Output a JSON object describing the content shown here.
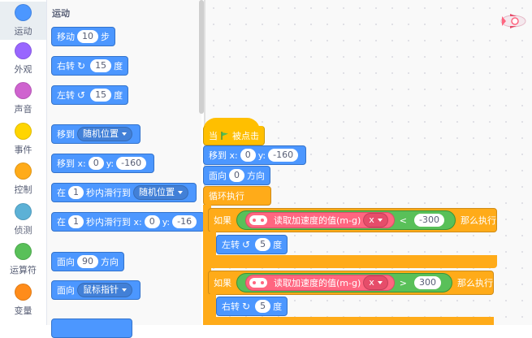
{
  "categories": [
    {
      "label": "运动",
      "color": "#4c97ff",
      "active": true
    },
    {
      "label": "外观",
      "color": "#9966ff"
    },
    {
      "label": "声音",
      "color": "#cf63cf"
    },
    {
      "label": "事件",
      "color": "#ffd500"
    },
    {
      "label": "控制",
      "color": "#ffab19"
    },
    {
      "label": "侦测",
      "color": "#5cb1d6"
    },
    {
      "label": "运算符",
      "color": "#59c059"
    },
    {
      "label": "变量",
      "color": "#ff8c1a"
    }
  ],
  "palette": {
    "section_title": "运动",
    "move": {
      "label": "移动",
      "value": "10",
      "unit": "步"
    },
    "turn_right": {
      "label": "右转",
      "value": "15",
      "unit": "度"
    },
    "turn_left": {
      "label": "左转",
      "value": "15",
      "unit": "度"
    },
    "goto": {
      "label": "移到",
      "option": "随机位置"
    },
    "goto_xy": {
      "label": "移到 x:",
      "x": "0",
      "ylabel": "y:",
      "y": "-160"
    },
    "glide": {
      "pre": "在",
      "secs": "1",
      "label": "秒内滑行到",
      "option": "随机位置"
    },
    "glide_xy": {
      "pre": "在",
      "secs": "1",
      "label": "秒内滑行到 x:",
      "x": "0",
      "ylabel": "y:",
      "y": "-16"
    },
    "point_dir": {
      "label": "面向",
      "value": "90",
      "unit": "方向"
    },
    "point_to": {
      "label": "面向",
      "option": "鼠标指针"
    }
  },
  "script": {
    "hat": {
      "pre": "当",
      "post": "被点击"
    },
    "goto_xy": {
      "label": "移到 x:",
      "x": "0",
      "ylabel": "y:",
      "y": "-160"
    },
    "point_dir": {
      "label": "面向",
      "value": "0",
      "unit": "方向"
    },
    "forever": "循环执行",
    "if1": {
      "if": "如果",
      "reporter": "读取加速度的值(m-g)",
      "axis": "x",
      "op": "<",
      "value": "-300",
      "then": "那么执行"
    },
    "turn_left": {
      "label": "左转",
      "value": "5",
      "unit": "度"
    },
    "if2": {
      "if": "如果",
      "reporter": "读取加速度的值(m-g)",
      "axis": "x",
      "op": ">",
      "value": "300",
      "then": "那么执行"
    },
    "turn_right": {
      "label": "右转",
      "value": "5",
      "unit": "度"
    }
  },
  "icons": {
    "rotate_right": "↻",
    "rotate_left": "↺",
    "flag": "green-flag-icon",
    "sprite": "rocket-sprite-icon"
  },
  "colors": {
    "motion": "#4c97ff",
    "events": "#ffbf00",
    "control": "#ffab19",
    "operators": "#59c059",
    "sensor": "#ff6680"
  }
}
